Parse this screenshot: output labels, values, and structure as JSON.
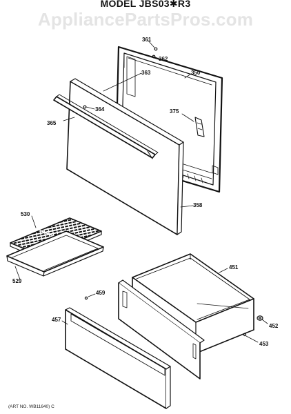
{
  "header": {
    "title": "MODEL JBS03✱R3",
    "watermark": "AppliancePartsPros.com"
  },
  "callouts": {
    "p361": "361",
    "p362": "362",
    "p363": "363",
    "p350": "350",
    "p364": "364",
    "p365": "365",
    "p375": "375",
    "p358": "358",
    "p530": "530",
    "p529": "529",
    "p451": "451",
    "p459": "459",
    "p457": "457",
    "p452": "452",
    "p453": "453"
  },
  "footer": {
    "art_number": "(ART NO. WB11640) C"
  }
}
